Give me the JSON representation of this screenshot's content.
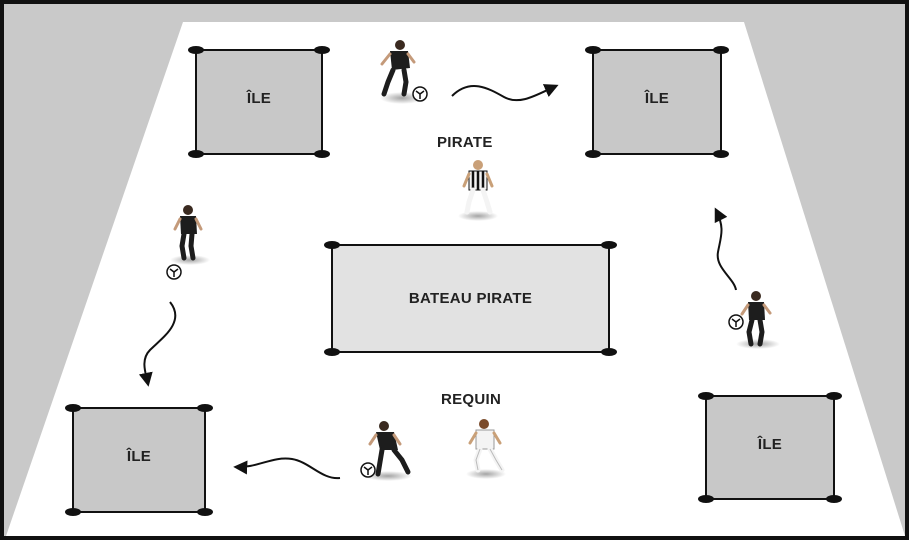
{
  "colors": {
    "background": "#c9c9c9",
    "frame": "#111111",
    "field": "#ffffff",
    "island_fill": "#c8c8c8",
    "boat_fill": "#e2e2e2",
    "cone": "#111111",
    "kit_dark": "#1d1d1d",
    "kit_light": "#f4f4f4"
  },
  "zones": {
    "island_label": "ÎLE",
    "boat_label": "BATEAU PIRATE"
  },
  "roles": {
    "pirate": "PIRATE",
    "shark": "REQUIN"
  },
  "icons": {
    "player_with_ball": "player-with-ball-icon",
    "pirate_player": "pirate-player-icon",
    "shark_player": "shark-player-icon",
    "movement_arrow": "curved-arrow-icon",
    "cone": "cone-marker-icon"
  }
}
